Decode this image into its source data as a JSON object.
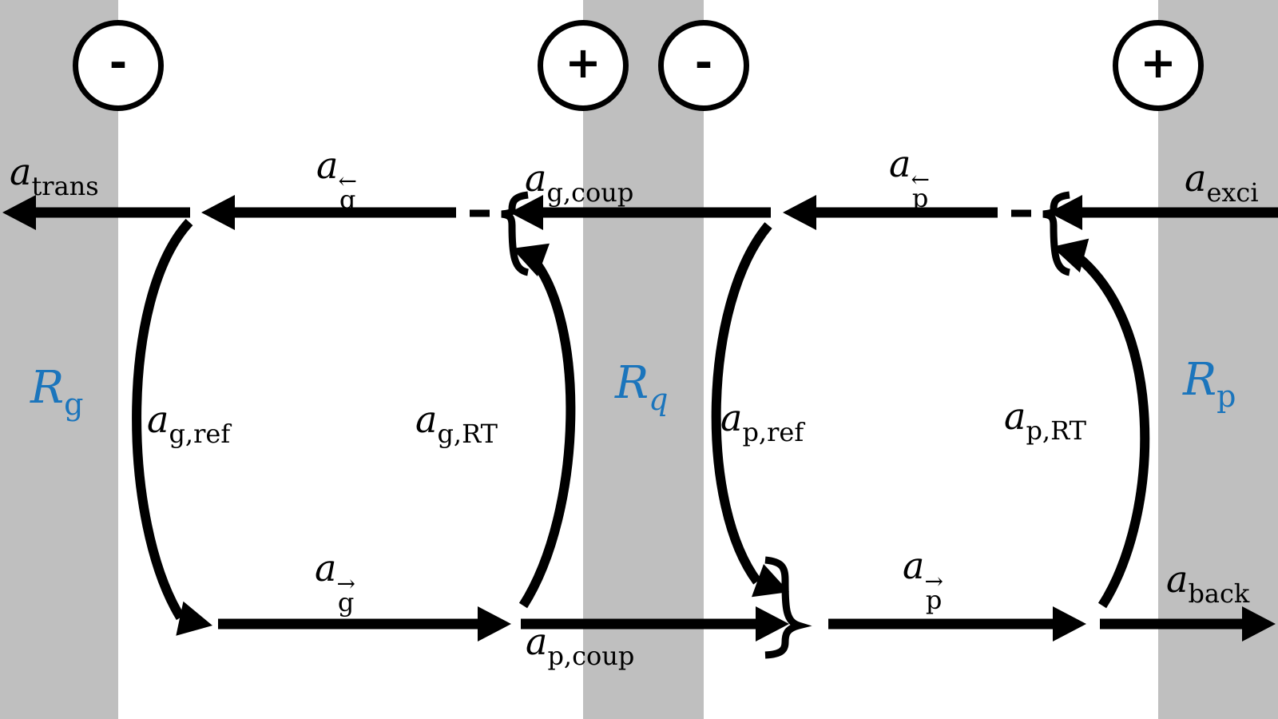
{
  "diagram": {
    "title": "coupled-cavity amplitude flow diagram",
    "colors": {
      "mirror_gray": "#bfbfbf",
      "accent_blue": "#1b75bc",
      "stroke_black": "#000000",
      "background": "#ffffff"
    }
  },
  "signs": {
    "left_mirror": "-",
    "middle_mirror_left": "+",
    "middle_mirror_right": "-",
    "right_mirror": "+"
  },
  "labels": {
    "a_trans": {
      "base": "a",
      "sub": "trans"
    },
    "a_g_left": {
      "base": "a",
      "sub": "g",
      "arrow": "←"
    },
    "a_g_coup": {
      "base": "a",
      "sub": "g,coup"
    },
    "a_p_left": {
      "base": "a",
      "sub": "p",
      "arrow": "←"
    },
    "a_exci": {
      "base": "a",
      "sub": "exci"
    },
    "R_g": {
      "base": "R",
      "sub": "g"
    },
    "a_g_ref": {
      "base": "a",
      "sub": "g,ref"
    },
    "a_g_rt": {
      "base": "a",
      "sub": "g,RT"
    },
    "R_q": {
      "base": "R",
      "sub": "q"
    },
    "a_p_ref": {
      "base": "a",
      "sub": "p,ref"
    },
    "a_p_rt": {
      "base": "a",
      "sub": "p,RT"
    },
    "R_p": {
      "base": "R",
      "sub": "p"
    },
    "a_g_right": {
      "base": "a",
      "sub": "g",
      "arrow": "→"
    },
    "a_p_coup": {
      "base": "a",
      "sub": "p,coup"
    },
    "a_p_right": {
      "base": "a",
      "sub": "p",
      "arrow": "→"
    },
    "a_back": {
      "base": "a",
      "sub": "back"
    }
  }
}
